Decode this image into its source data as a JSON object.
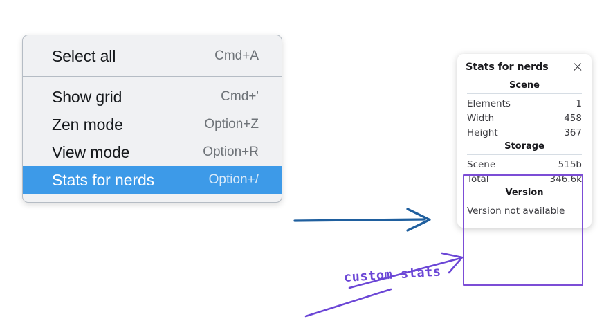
{
  "menu": {
    "groups": [
      {
        "items": [
          {
            "label": "Select all",
            "shortcut": "Cmd+A",
            "highlighted": false
          }
        ]
      },
      {
        "items": [
          {
            "label": "Show grid",
            "shortcut": "Cmd+'",
            "highlighted": false
          },
          {
            "label": "Zen mode",
            "shortcut": "Option+Z",
            "highlighted": false
          },
          {
            "label": "View mode",
            "shortcut": "Option+R",
            "highlighted": false
          },
          {
            "label": "Stats for nerds",
            "shortcut": "Option+/",
            "highlighted": true
          }
        ]
      }
    ],
    "highlight_color": "#3d9ae8",
    "background_color": "#f0f1f3"
  },
  "stats_panel": {
    "title": "Stats for nerds",
    "close_icon": "close-icon",
    "sections": [
      {
        "heading": "Scene",
        "rows": [
          {
            "key": "Elements",
            "value": "1"
          },
          {
            "key": "Width",
            "value": "458"
          },
          {
            "key": "Height",
            "value": "367"
          }
        ]
      },
      {
        "heading": "Storage",
        "rows": [
          {
            "key": "Scene",
            "value": "515b"
          },
          {
            "key": "Total",
            "value": "346.6k"
          }
        ]
      },
      {
        "heading": "Version",
        "note": "Version not available"
      }
    ]
  },
  "annotations": {
    "custom_stats_label": "custom stats",
    "highlight_color": "#7c4dd6",
    "arrow_color": "#1f5f9e"
  }
}
